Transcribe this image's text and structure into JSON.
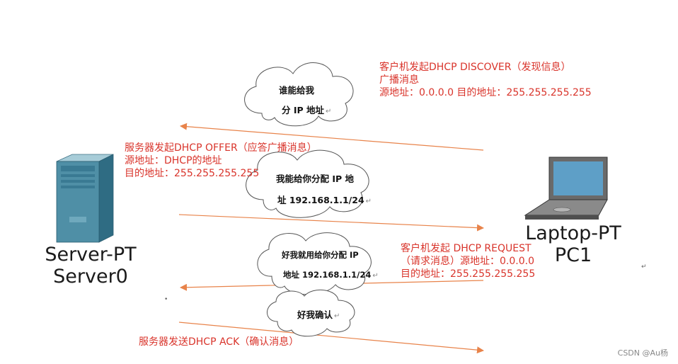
{
  "server": {
    "label_type": "Server-PT",
    "label_name": "Server0"
  },
  "laptop": {
    "label_type": "Laptop-PT",
    "label_name": "PC1"
  },
  "notes": {
    "discover": [
      "客户机发起DHCP DISCOVER（发现信息）",
      "广播消息",
      "源地址：0.0.0.0 目的地址：255.255.255.255"
    ],
    "offer": [
      "服务器发起DHCP OFFER（应答广播消息）",
      "源地址：DHCP的地址",
      "目的地址：255.255.255.255"
    ],
    "request": [
      "客户机发起 DHCP REQUEST",
      "（请求消息）源地址：0.0.0.0",
      "目的地址：255.255.255.255"
    ],
    "ack": [
      "服务器发送DHCP ACK（确认消息）"
    ]
  },
  "clouds": {
    "c1": [
      "谁能给我",
      "分 IP 地址"
    ],
    "c2": [
      "我能给你分配 IP 地",
      "址 192.168.1.1/24"
    ],
    "c3": [
      "好我就用给你分配 IP",
      "地址 192.168.1.1/24"
    ],
    "c4": [
      "好我确认"
    ]
  },
  "watermark": "CSDN @Au杨",
  "colors": {
    "note_text": "#d9342b",
    "arrow": "#e8834a",
    "server_body": "#4f8fa6",
    "laptop_frame": "#5a5a5a",
    "laptop_screen": "#5e9fc7"
  }
}
